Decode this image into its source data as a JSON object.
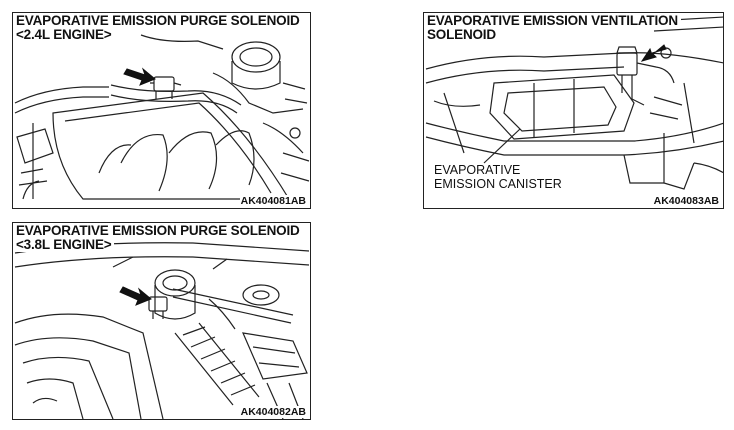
{
  "panels": {
    "purge_24": {
      "title_line1": "EVAPORATIVE EMISSION PURGE SOLENOID",
      "title_line2": "<2.4L ENGINE>",
      "code": "AK404081AB"
    },
    "ventilation": {
      "title_line1": "EVAPORATIVE EMISSION VENTILATION",
      "title_line2": "SOLENOID",
      "callout_line1": "EVAPORATIVE",
      "callout_line2": "EMISSION CANISTER",
      "code": "AK404083AB"
    },
    "purge_38": {
      "title_line1": "EVAPORATIVE EMISSION PURGE SOLENOID",
      "title_line2": "<3.8L ENGINE>",
      "code": "AK404082AB"
    }
  }
}
